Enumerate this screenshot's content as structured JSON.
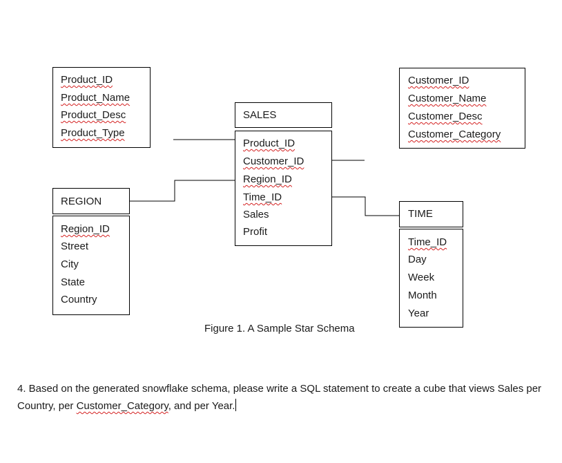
{
  "product_table": {
    "fields": [
      "Product_ID",
      "Product_Name",
      "Product_Desc",
      "Product_Type"
    ]
  },
  "customer_table": {
    "fields": [
      "Customer_ID",
      "Customer_Name",
      "Customer_Desc",
      "Customer_Category"
    ]
  },
  "sales_table": {
    "title": "SALES",
    "fields": [
      "Product_ID",
      "Customer_ID",
      "Region_ID",
      "Time_ID",
      "Sales",
      "Profit"
    ]
  },
  "region_table": {
    "title": "REGION",
    "fields": [
      "Region_ID",
      "Street",
      "City",
      "State",
      "Country"
    ]
  },
  "time_table": {
    "title": "TIME",
    "fields": [
      "Time_ID",
      "Day",
      "Week",
      "Month",
      "Year"
    ]
  },
  "caption": "Figure 1.  A Sample Star Schema",
  "question": {
    "part1": "4.  Based on the generated snowflake schema, please write a SQL statement to create a cube that views Sales per Country, per ",
    "highlight": "Customer_Category",
    "part2": ", and per Year."
  },
  "colors": {
    "line": "#000000",
    "spellcheck_underline": "#d42020"
  }
}
